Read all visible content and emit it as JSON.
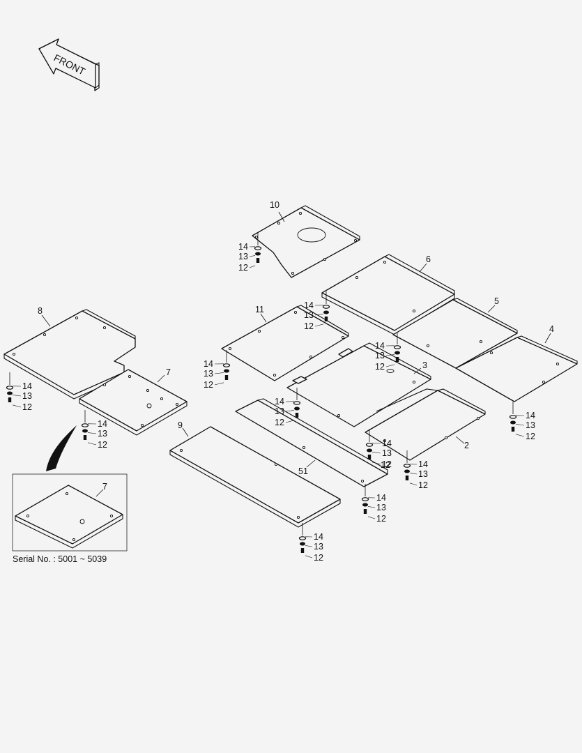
{
  "front_arrow": {
    "label": "FRONT"
  },
  "part_labels": {
    "p2": "2",
    "p3": "3",
    "p4": "4",
    "p5": "5",
    "p6": "6",
    "p7": "7",
    "p8": "8",
    "p9": "9",
    "p10": "10",
    "p11": "11",
    "p51": "51",
    "p12_extra": "12",
    "p7_inset": "7"
  },
  "fastener_stack": {
    "washer": "14",
    "lock_washer": "13",
    "bolt": "12"
  },
  "inset": {
    "caption": "Serial No. : 5001 ~ 5039"
  }
}
